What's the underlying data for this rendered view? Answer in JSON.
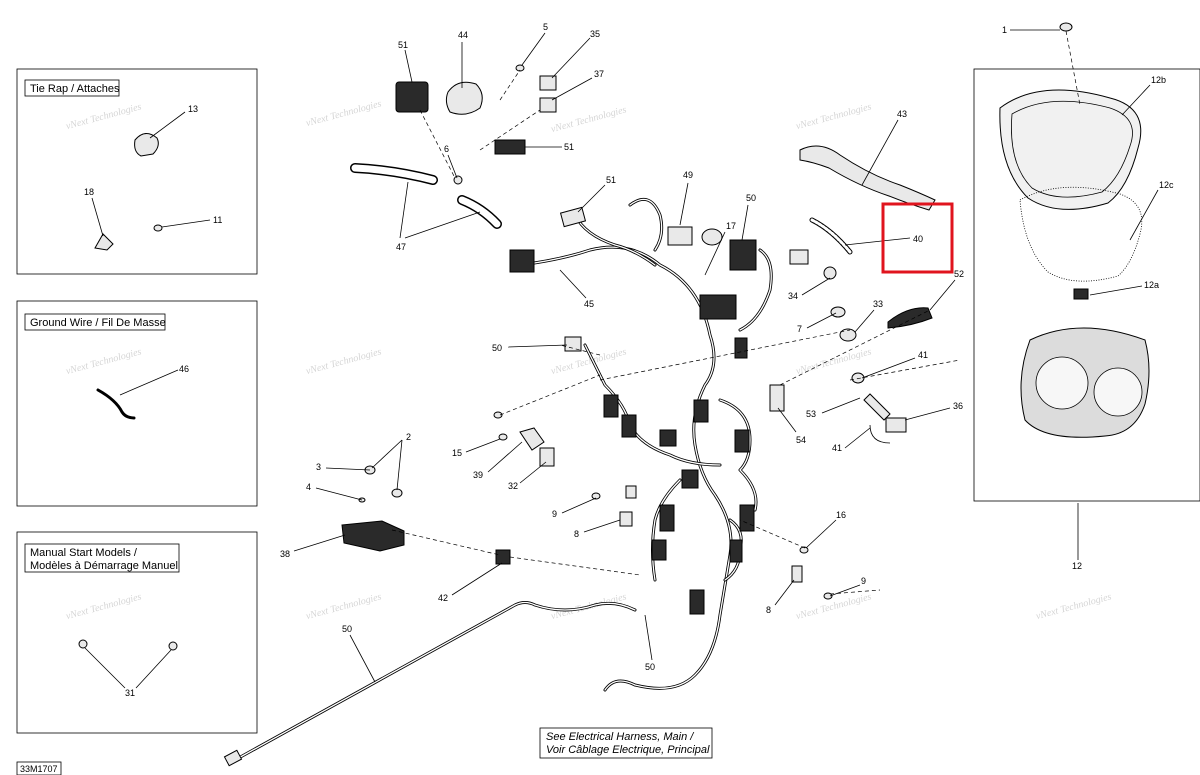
{
  "boxes": {
    "tie_rap": "Tie Rap / Attaches",
    "ground_wire": "Ground Wire / Fil De Masse",
    "manual_start_line1": "Manual Start Models /",
    "manual_start_line2": "Modèles à Démarrage Manuel"
  },
  "watermark": {
    "line1": "vNext",
    "line2": "Technologies",
    "line3": "vNext Technologies"
  },
  "note": {
    "line1": "See Electrical Harness, Main /",
    "line2": "Voir Câblage Electrique, Principal"
  },
  "drawing_number": "33M1707",
  "callouts": {
    "c1": "1",
    "c2": "2",
    "c3": "3",
    "c4": "4",
    "c5": "5",
    "c6": "6",
    "c7": "7",
    "c8a": "8",
    "c8b": "8",
    "c9a": "9",
    "c9b": "9",
    "c11": "11",
    "c12": "12",
    "c12a": "12a",
    "c12b": "12b",
    "c12c": "12c",
    "c13": "13",
    "c15": "15",
    "c16": "16",
    "c17": "17",
    "c18": "18",
    "c31": "31",
    "c32": "32",
    "c33": "33",
    "c34": "34",
    "c35": "35",
    "c36": "36",
    "c37": "37",
    "c38": "38",
    "c39": "39",
    "c40": "40",
    "c41a": "41",
    "c41b": "41",
    "c42": "42",
    "c43": "43",
    "c44": "44",
    "c45": "45",
    "c46": "46",
    "c47": "47",
    "c49": "49",
    "c50a": "50",
    "c50b": "50",
    "c50c": "50",
    "c50d": "50",
    "c51a": "51",
    "c51b": "51",
    "c51c": "51",
    "c52": "52",
    "c53": "53",
    "c54": "54"
  },
  "highlight_color": "#e0141e"
}
